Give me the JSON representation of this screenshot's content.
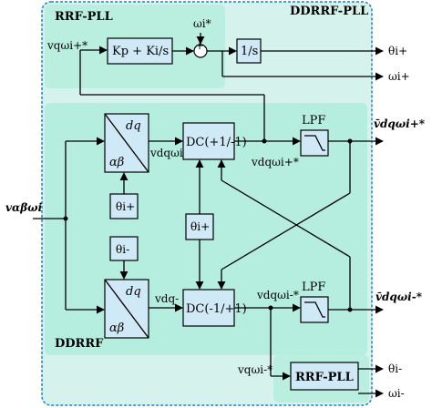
{
  "titles": {
    "ddrrf_pll": "DDRRF-PLL",
    "rrf_pll_top": "RRF-PLL",
    "ddrrf": "DDRRF",
    "rrf_pll_bottom": "RRF-PLL"
  },
  "blocks": {
    "pi_controller": "Kp + Ki/s",
    "integrator": "1/s",
    "park_top_out": "dq",
    "park_top_in": "αβ",
    "park_bottom_out": "dq",
    "park_bottom_in": "αβ",
    "dc_top": "DC(+1/-1)",
    "dc_bottom": "DC(-1/+1)",
    "lpf_top": "LPF",
    "lpf_bottom": "LPF",
    "theta_plus_top": "θi+",
    "theta_minus": "θi-",
    "theta_plus_mid": "θi+",
    "summing_sign": "+"
  },
  "signals": {
    "v_alpha_beta": "vαβωi",
    "v_q_ref": "vqωi+*",
    "omega_star": "ωi*",
    "theta_plus_out": "θi+",
    "omega_plus_out": "ωi+",
    "v_dq_plus_in": "vdqωi+",
    "v_dq_plus_star": "vdqωi+*",
    "v_dq_plus_bar": "v̄dqωi+*",
    "v_dq_minus_in": "vdq-",
    "v_dq_minus_star": "vdqωi-*",
    "v_dq_minus_bar": "v̄dqωi-*",
    "v_q_minus_ref": "vqωi-*",
    "theta_minus_out": "θi-",
    "omega_minus_out": "ωi-"
  },
  "colors": {
    "outer_bg": "#d5f2ec",
    "outer_border": "#1f7fd1",
    "block_fill": "#cfe9f7",
    "panel_fill": "#a9ecd9"
  }
}
